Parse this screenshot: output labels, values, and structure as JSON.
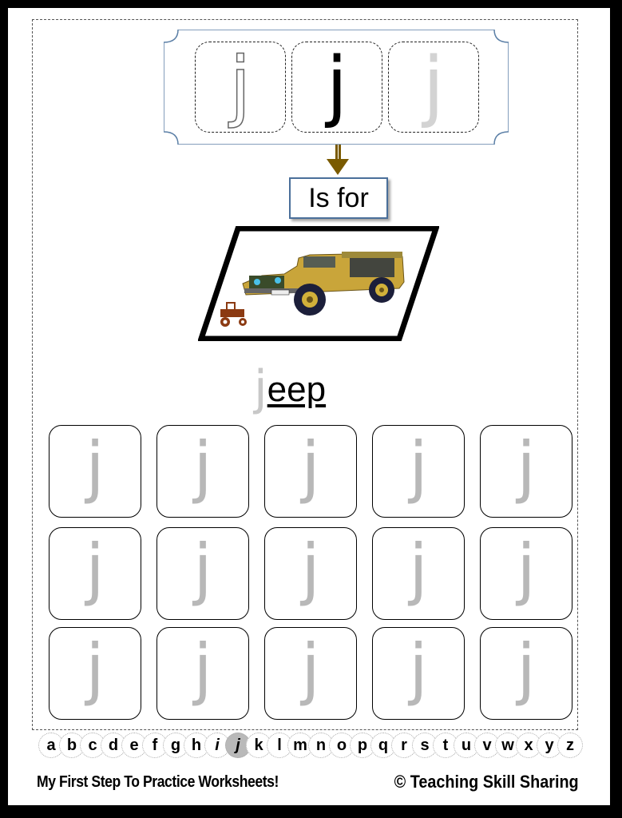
{
  "header": {
    "letters": [
      "j",
      "j",
      "j"
    ]
  },
  "connector": {
    "is_for_label": "Is for",
    "arrow_icon": "down-arrow-icon",
    "arrow_color": "#7a5a00"
  },
  "picture": {
    "subject": "jeep-illustration",
    "small_icon": "tractor-icon"
  },
  "word": {
    "first_letter": "j",
    "rest": "eep"
  },
  "practice_grid": {
    "letters": [
      "j",
      "j",
      "j",
      "j",
      "j",
      "j",
      "j",
      "j",
      "j",
      "j",
      "j",
      "j",
      "j",
      "j",
      "j"
    ]
  },
  "alphabet": {
    "letters": [
      "a",
      "b",
      "c",
      "d",
      "e",
      "f",
      "g",
      "h",
      "i",
      "j",
      "k",
      "l",
      "m",
      "n",
      "o",
      "p",
      "q",
      "r",
      "s",
      "t",
      "u",
      "v",
      "w",
      "x",
      "y",
      "z"
    ],
    "active": "j"
  },
  "footer": {
    "left": "My First Step To Practice Worksheets!",
    "right": "© Teaching Skill Sharing"
  },
  "colors": {
    "banner_border": "#5b7fa6",
    "isfor_border": "#4a6f9a",
    "active_letter_bg": "#b9b9b9"
  }
}
